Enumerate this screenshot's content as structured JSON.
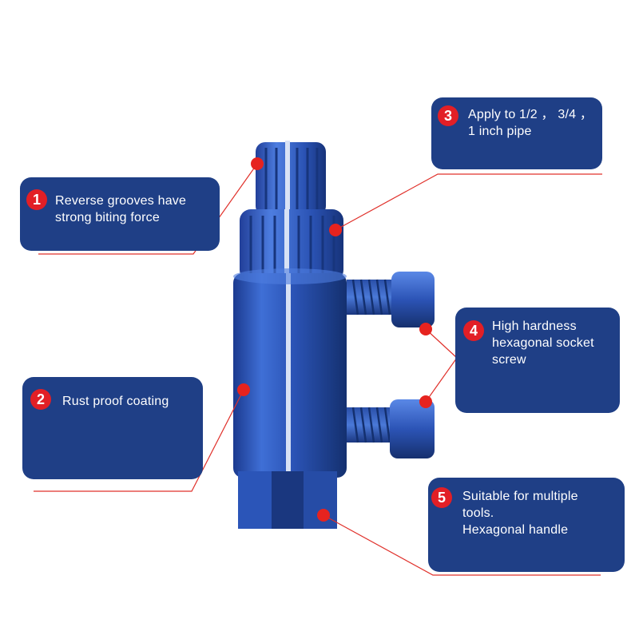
{
  "colors": {
    "box": "#1f3f86",
    "badge": "#e21f26",
    "line": "#e0302a",
    "tool": "#2f56b8"
  },
  "callouts": [
    {
      "num": "1",
      "text": "Reverse grooves have\nstrong biting force"
    },
    {
      "num": "2",
      "text": "Rust proof coating"
    },
    {
      "num": "3",
      "text": "Apply to 1/2 ， 3/4 ，\n1 inch pipe"
    },
    {
      "num": "4",
      "text": "High hardness\nhexagonal socket\nscrew"
    },
    {
      "num": "5",
      "text": "Suitable for multiple\ntools.\nHexagonal handle"
    }
  ]
}
